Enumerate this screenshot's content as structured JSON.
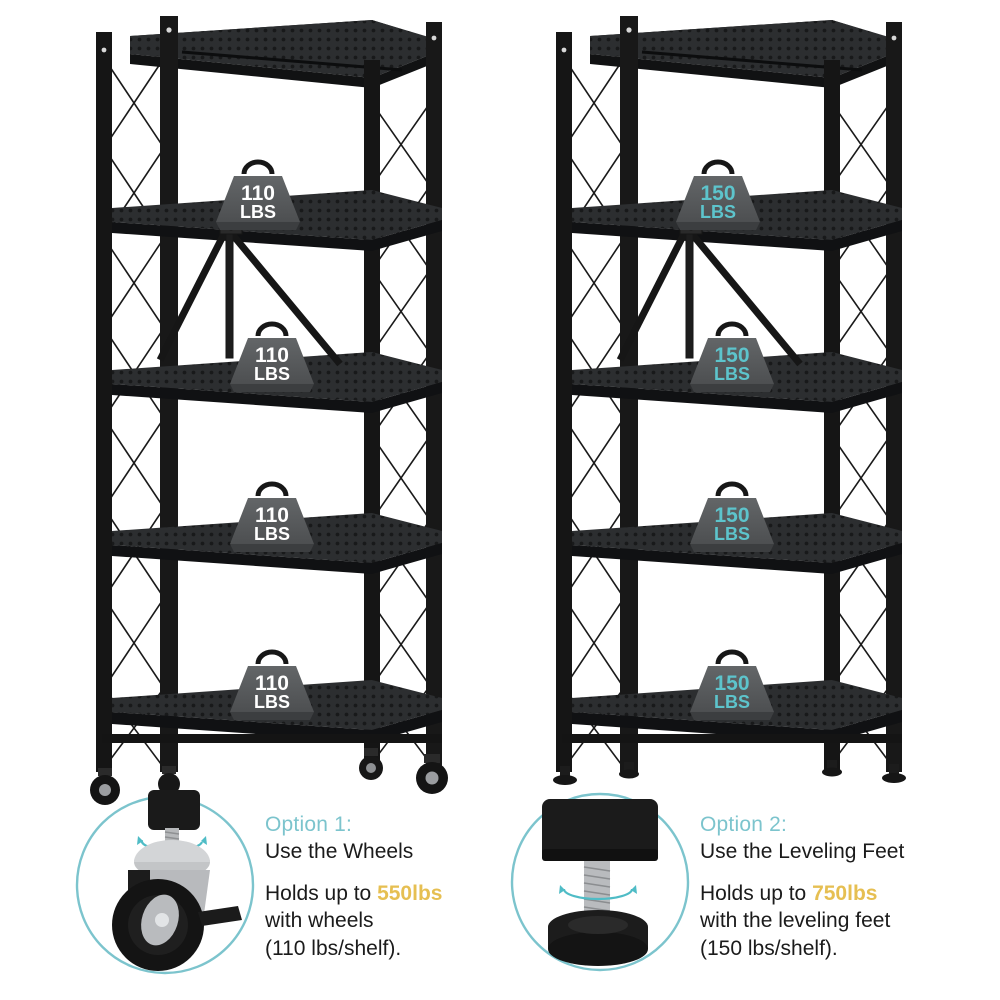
{
  "product": {
    "type": "5-tier folding metal storage shelving rack",
    "units": [
      {
        "id": "left-unit",
        "base_type": "wheels",
        "shelf_count": 5,
        "weight_tags": [
          {
            "value": "110",
            "unit": "LBS",
            "color": "#ffffff"
          },
          {
            "value": "110",
            "unit": "LBS",
            "color": "#ffffff"
          },
          {
            "value": "110",
            "unit": "LBS",
            "color": "#ffffff"
          },
          {
            "value": "110",
            "unit": "LBS",
            "color": "#ffffff"
          }
        ]
      },
      {
        "id": "right-unit",
        "base_type": "leveling-feet",
        "shelf_count": 5,
        "weight_tags": [
          {
            "value": "150",
            "unit": "LBS",
            "color": "#5dc4cc"
          },
          {
            "value": "150",
            "unit": "LBS",
            "color": "#5dc4cc"
          },
          {
            "value": "150",
            "unit": "LBS",
            "color": "#5dc4cc"
          },
          {
            "value": "150",
            "unit": "LBS",
            "color": "#5dc4cc"
          }
        ]
      }
    ]
  },
  "options": [
    {
      "id": "option-1",
      "title": "Option 1:",
      "subtitle": "Use the Wheels",
      "body_prefix": "Holds up to ",
      "body_highlight": "550lbs",
      "body_line2": "with wheels",
      "body_line3": "(110 lbs/shelf).",
      "icon": "caster-wheel-icon"
    },
    {
      "id": "option-2",
      "title": "Option 2:",
      "subtitle": "Use the Leveling Feet",
      "body_prefix": "Holds up to ",
      "body_highlight": "750lbs",
      "body_line2": "with the leveling feet",
      "body_line3": "(150 lbs/shelf).",
      "icon": "leveling-foot-icon"
    }
  ],
  "colors": {
    "background": "#ffffff",
    "frame_black": "#151515",
    "tag_gray": "#5a5c5e",
    "accent_teal": "#7cc4cd",
    "accent_gold": "#e6bf52",
    "text_dark": "#1b1b1b"
  }
}
